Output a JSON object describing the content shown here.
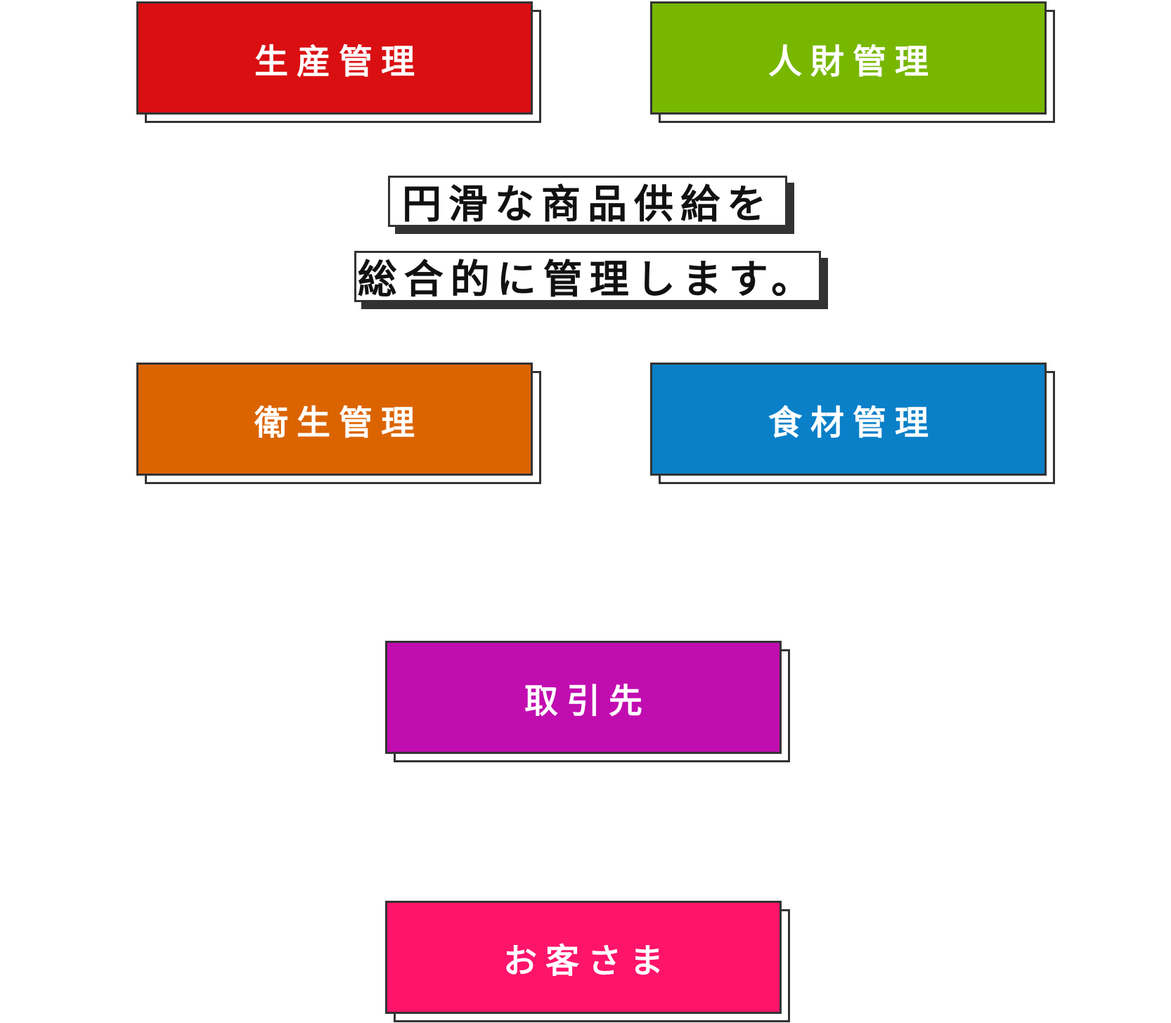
{
  "cards": [
    {
      "label": "生産管理",
      "color": "#d90f12"
    },
    {
      "label": "人財管理",
      "color": "#77b700"
    },
    {
      "label": "衛生管理",
      "color": "#db6400"
    },
    {
      "label": "食材管理",
      "color": "#0a80c8"
    },
    {
      "label": "取引先",
      "color": "#c10db0"
    },
    {
      "label": "お客さま",
      "color": "#fe146b"
    }
  ],
  "headline": {
    "line1": "円滑な商品供給を",
    "line2": "総合的に管理します。"
  }
}
